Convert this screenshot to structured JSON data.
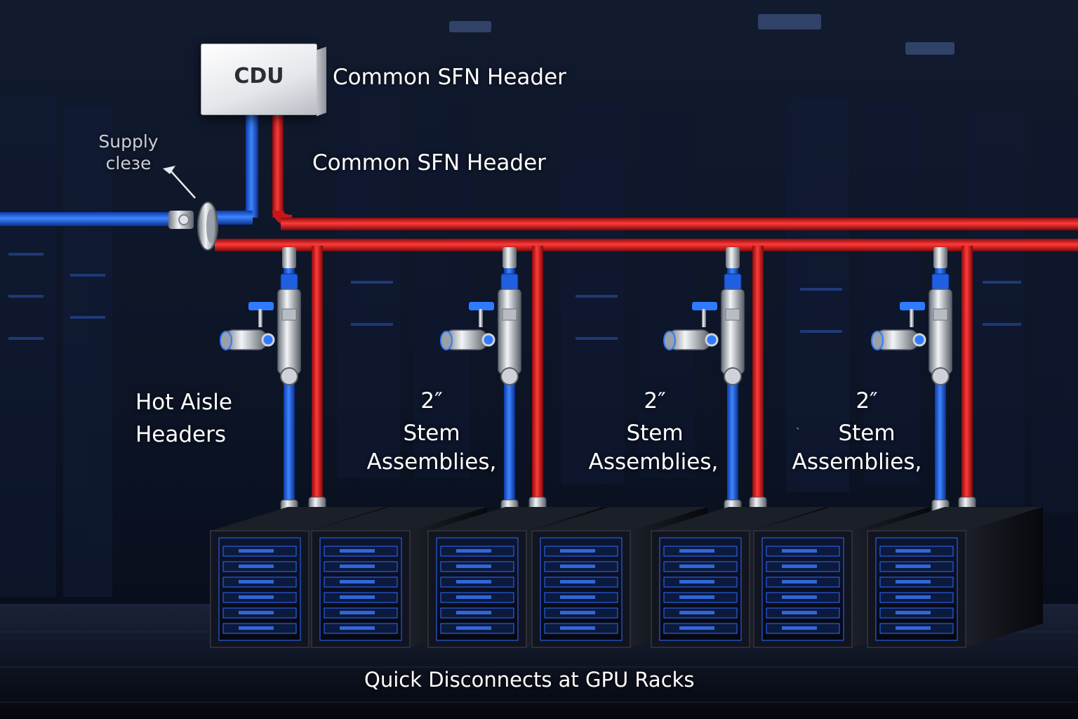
{
  "diagram": {
    "cdu_label": "CDU",
    "header_label_top": "Common SFN Header",
    "header_label_mid": "Common SFN Header",
    "supply_label_line1": "Supply",
    "supply_label_line2": "cleɜe",
    "hot_aisle_line1": "Hot Aisle",
    "hot_aisle_line2": "Headers",
    "stems": [
      {
        "size": "2″",
        "line1": "Stem",
        "line2": "Assemblies,"
      },
      {
        "size": "2″",
        "line1": "Stem",
        "line2": "Assemblies,"
      },
      {
        "size": "2″",
        "line1": "Stem",
        "line2": "Assemblies,"
      }
    ],
    "bottom_label": "Quick Disconnects at GPU Racks",
    "stray_mark": "ˎ"
  },
  "colors": {
    "supply_pipe": "#1f5fe0",
    "return_pipe": "#d81c1c",
    "rack_glow": "#2f6bff",
    "background": "#0a1020"
  }
}
